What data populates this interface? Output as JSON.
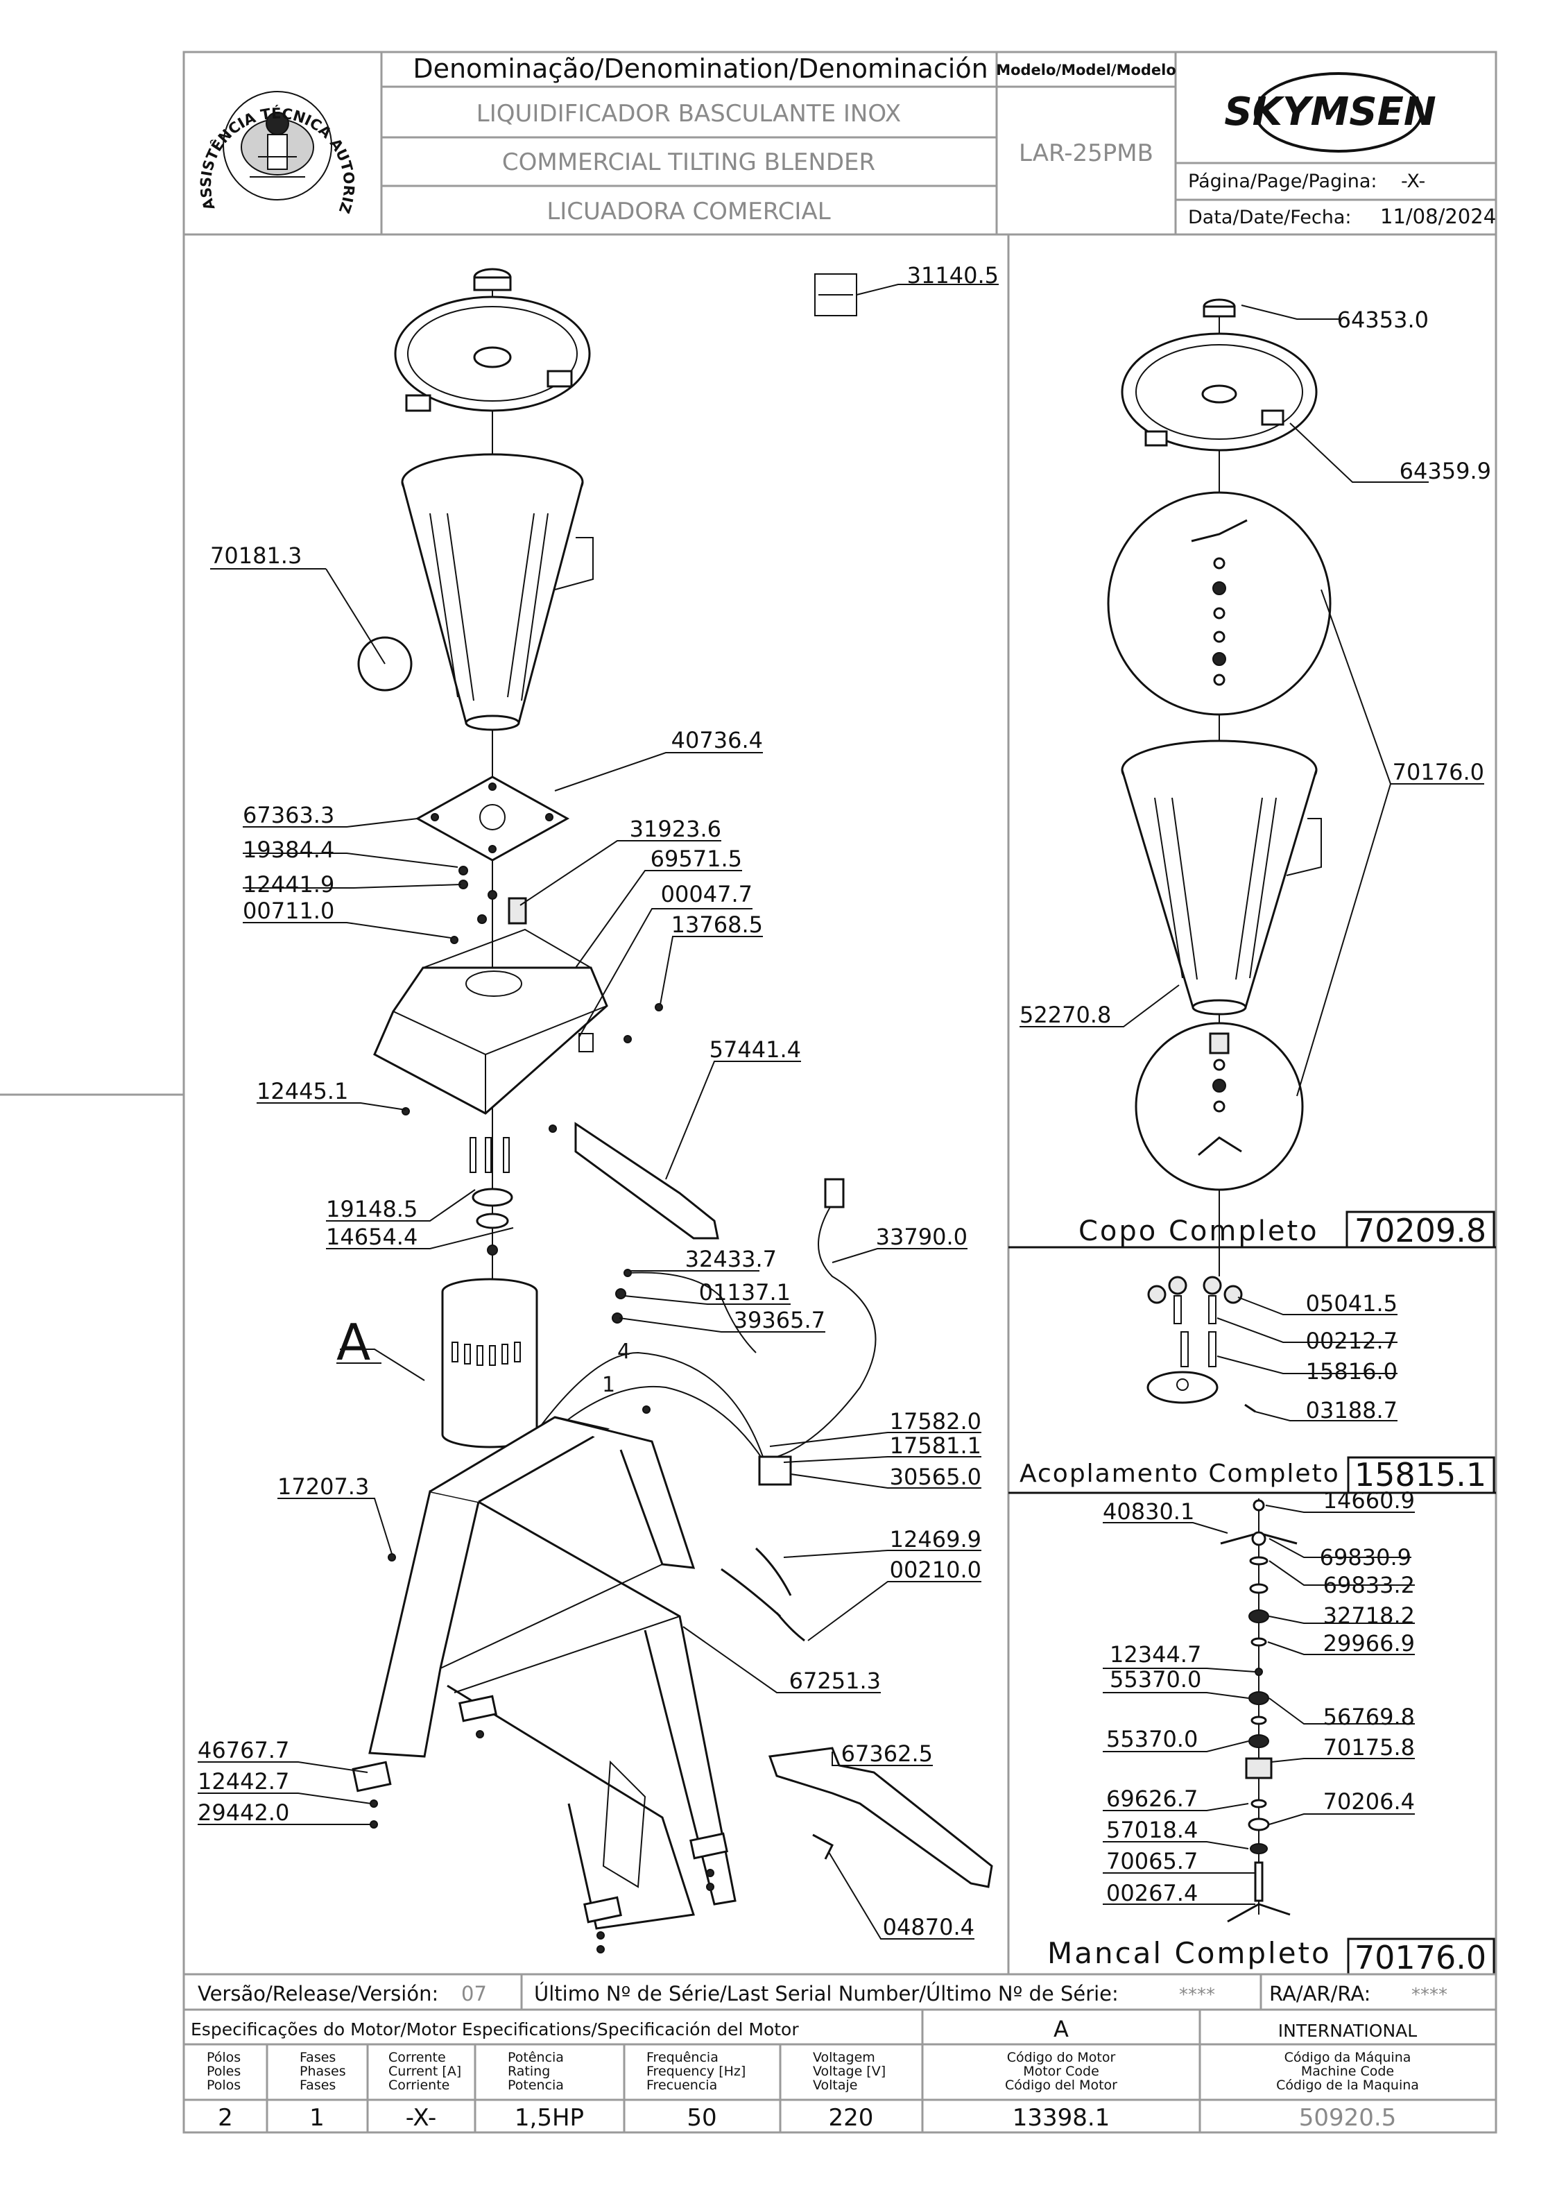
{
  "header": {
    "logo_text": "ASSISTÊNCIA TÉCNICA AUTORIZADA",
    "denomination_label": "Denominação/Denomination/Denominación",
    "names": [
      "LIQUIDIFICADOR BASCULANTE INOX",
      "COMMERCIAL TILTING BLENDER",
      "LICUADORA COMERCIAL"
    ],
    "model_label": "Modelo/Model/Modelo",
    "model": "LAR-25PMB",
    "brand": "SKYMSEN",
    "page_label": "Página/Page/Pagina:",
    "page_value": "-X-",
    "date_label": "Data/Date/Fecha:",
    "date_value": "11/08/2024"
  },
  "main_parts": [
    "31140.5",
    "70181.3",
    "40736.4",
    "67363.3",
    "19384.4",
    "12441.9",
    "31923.6",
    "69571.5",
    "00047.7",
    "00711.0",
    "13768.5",
    "57441.4",
    "12445.1",
    "19148.5",
    "14654.4",
    "32433.7",
    "33790.0",
    "01137.1",
    "39365.7",
    "17582.0",
    "17581.1",
    "30565.0",
    "17207.3",
    "12469.9",
    "00210.0",
    "67251.3",
    "46767.7",
    "12442.7",
    "29442.0",
    "67362.5",
    "04870.4"
  ],
  "motor_label": "A",
  "wire_labels": [
    "4",
    "1"
  ],
  "copo": {
    "parts": [
      "64353.0",
      "64359.9",
      "70176.0",
      "52270.8"
    ],
    "title": "Copo Completo",
    "code": "70209.8"
  },
  "acoplamento": {
    "parts": [
      "05041.5",
      "00212.7",
      "15816.0",
      "03188.7"
    ],
    "title": "Acoplamento Completo",
    "code": "15815.1"
  },
  "mancal": {
    "parts": [
      "40830.1",
      "14660.9",
      "69830.9",
      "69833.2",
      "32718.2",
      "29966.9",
      "12344.7",
      "55370.0",
      "56769.8",
      "55370.0",
      "70175.8",
      "69626.7",
      "70206.4",
      "57018.4",
      "70065.7",
      "00267.4"
    ],
    "title": "Mancal Completo",
    "code": "70176.0"
  },
  "release": {
    "label": "Versão/Release/Versión:",
    "value": "07",
    "serial_label": "Último Nº de Série/Last Serial Number/Último Nº de Série:",
    "serial_value": "****",
    "ra_label": "RA/AR/RA:",
    "ra_value": "****"
  },
  "motor_spec": {
    "title": "Especificações do Motor/Motor Especifications/Specificación del Motor",
    "variant": "A",
    "market": "INTERNATIONAL",
    "headers": [
      [
        "Pólos",
        "Poles",
        "Polos"
      ],
      [
        "Fases",
        "Phases",
        "Fases"
      ],
      [
        "Corrente",
        "Current [A]",
        "Corriente"
      ],
      [
        "Potência",
        "Rating",
        "Potencia"
      ],
      [
        "Frequência",
        "Frequency [Hz]",
        "Frecuencia"
      ],
      [
        "Voltagem",
        "Voltage [V]",
        "Voltaje"
      ],
      [
        "Código do Motor",
        "Motor Code",
        "Código del Motor"
      ],
      [
        "Código da Máquina",
        "Machine Code",
        "Código de la Maquina"
      ]
    ],
    "values": [
      "2",
      "1",
      "-X-",
      "1,5HP",
      "50",
      "220",
      "13398.1",
      "50920.5"
    ]
  }
}
